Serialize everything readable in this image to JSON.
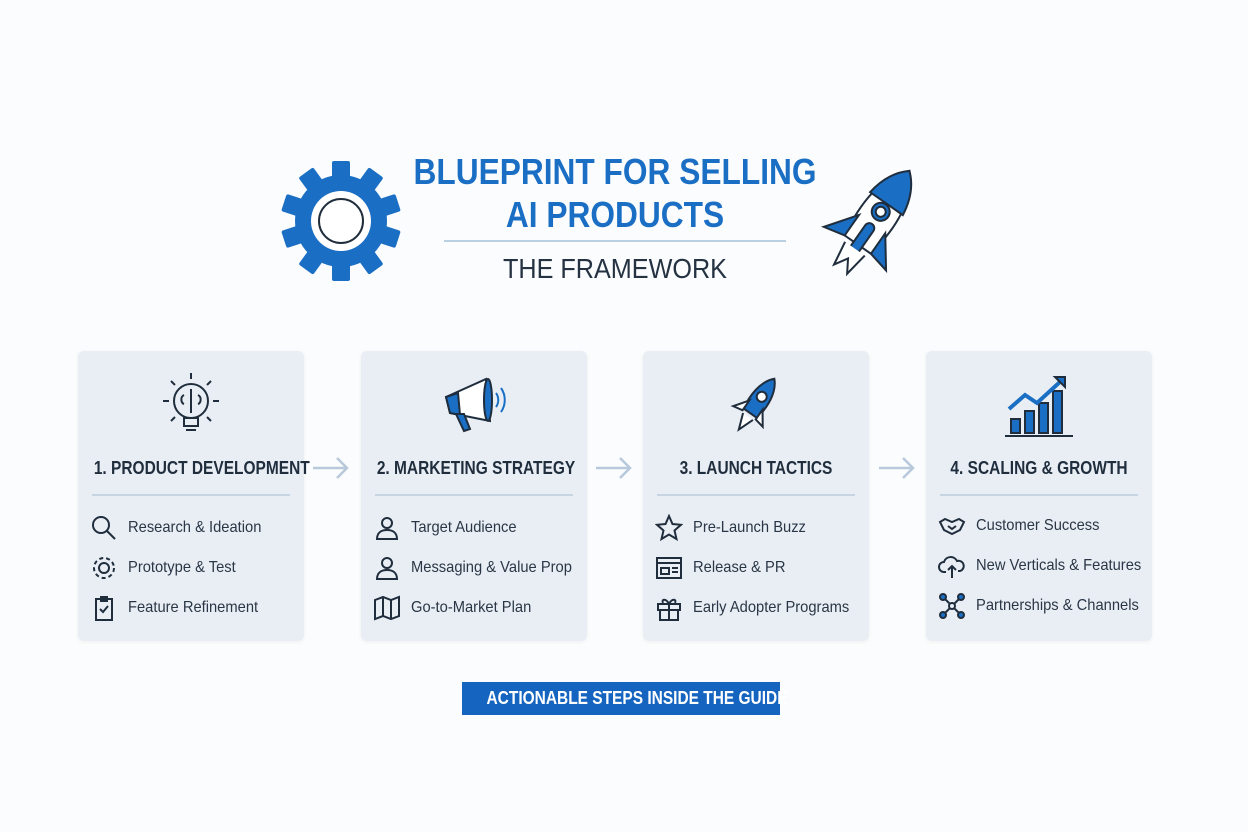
{
  "header": {
    "title_line1": "BLUEPRINT FOR SELLING",
    "title_line2": "AI PRODUCTS",
    "subtitle": "THE FRAMEWORK"
  },
  "colors": {
    "accent": "#1a6fc4",
    "card_bg": "#e9eef5",
    "cta_bg": "#1565c0"
  },
  "stages": [
    {
      "title": "1. PRODUCT DEVELOPMENT",
      "icon": "lightbulb-brain-icon",
      "items": [
        {
          "label": "Research & Ideation",
          "icon": "magnifier-icon"
        },
        {
          "label": "Prototype & Test",
          "icon": "gear-icon"
        },
        {
          "label": "Feature Refinement",
          "icon": "clipboard-check-icon"
        }
      ]
    },
    {
      "title": "2. MARKETING STRATEGY",
      "icon": "megaphone-icon",
      "items": [
        {
          "label": "Target Audience",
          "icon": "person-icon"
        },
        {
          "label": "Messaging & Value Prop",
          "icon": "person-icon"
        },
        {
          "label": "Go-to-Market Plan",
          "icon": "map-icon"
        }
      ]
    },
    {
      "title": "3. LAUNCH TACTICS",
      "icon": "rocket-icon",
      "items": [
        {
          "label": "Pre-Launch Buzz",
          "icon": "star-icon"
        },
        {
          "label": "Release & PR",
          "icon": "newspaper-icon"
        },
        {
          "label": "Early Adopter Programs",
          "icon": "gift-icon"
        }
      ]
    },
    {
      "title": "4. SCALING & GROWTH",
      "icon": "growth-chart-icon",
      "items": [
        {
          "label": "Customer Success",
          "icon": "handshake-icon"
        },
        {
          "label": "New Verticals & Features",
          "icon": "cloud-upload-icon"
        },
        {
          "label": "Partnerships & Channels",
          "icon": "network-icon"
        }
      ]
    }
  ],
  "cta": {
    "label": "ACTIONABLE STEPS INSIDE THE GUIDE"
  }
}
